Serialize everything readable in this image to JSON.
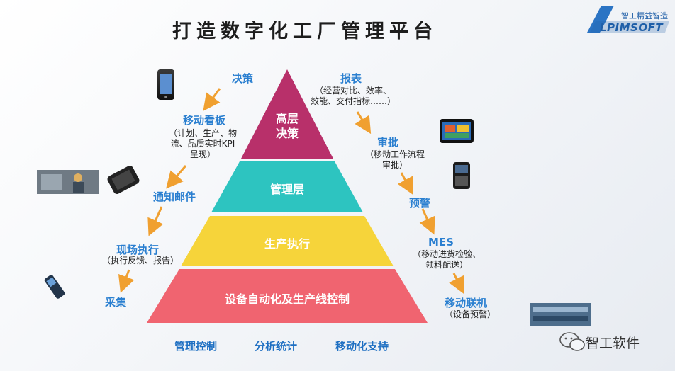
{
  "title": "打造数字化工厂管理平台",
  "logo": {
    "cn": "智工精益智造",
    "en": "LPIMSOFT"
  },
  "pyramid": {
    "top": [
      "高层",
      "决策"
    ],
    "management": "管理层",
    "execution": "生产执行",
    "base": "设备自动化及生产线控制",
    "colors": {
      "top": "#b8306a",
      "management": "#2dc4c0",
      "execution": "#f6d43a",
      "base": "#f06470"
    }
  },
  "left": {
    "decision": "决策",
    "board": {
      "title": "移动看板",
      "desc": [
        "（计划、生产、物",
        "流、品质实时KPI",
        "呈现）"
      ]
    },
    "mail": "通知邮件",
    "onsite": {
      "title": "现场执行",
      "desc": [
        "（执行反馈、报告）"
      ]
    },
    "collect": "采集"
  },
  "right": {
    "report": {
      "title": "报表",
      "desc": [
        "（经营对比、效率、",
        "效能、交付指标……）"
      ]
    },
    "approval": {
      "title": "审批",
      "desc": [
        "（移动工作流程",
        "审批）"
      ]
    },
    "alert": "预警",
    "mes": {
      "title": "MES",
      "desc": [
        "（移动进货检验、",
        "领料配送）"
      ]
    },
    "online": {
      "title": "移动联机",
      "desc": [
        "（设备预警）"
      ]
    }
  },
  "bottom": [
    "管理控制",
    "分析统计",
    "移动化支持"
  ],
  "watermark": "智工软件",
  "accent": "#2a7fd0",
  "arrow_color": "#f0a030"
}
